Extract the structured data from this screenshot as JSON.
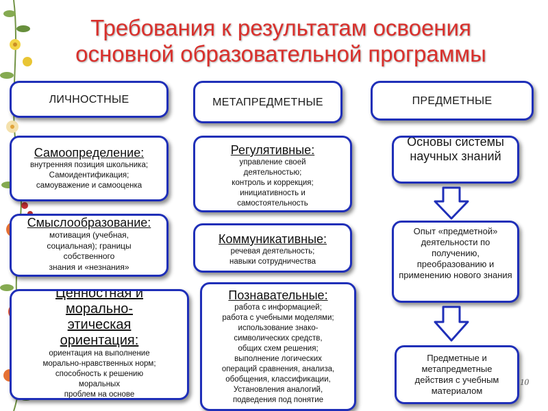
{
  "title": {
    "line1": "Требования к результатам освоения",
    "line2": "основной образовательной  программы"
  },
  "columns": {
    "personal": {
      "header": "ЛИЧНОСТНЫЕ",
      "blocks": [
        {
          "title": "Самоопределение:",
          "body": "внутренняя позиция школьника;\nСамоидентификация;\nсамоуважение и самооценка"
        },
        {
          "title": "Смыслообразование:",
          "body": "мотивация (учебная,\nсоциальная); границы\nсобственного\nзнания и «незнания»"
        },
        {
          "title": "Ценностная и морально-этическая ориентация:",
          "body": "ориентация на выполнение\nморально-нравственных норм;\nспособность к решению\nморальных\nпроблем на основе\nдецентрации;"
        }
      ]
    },
    "meta": {
      "header": "МЕТАПРЕДМЕТНЫЕ",
      "blocks": [
        {
          "title": "Регулятивные:",
          "body": "управление своей\nдеятельностью;\nконтроль и коррекция;\nинициативность и\nсамостоятельность"
        },
        {
          "title": "Коммуникативные:",
          "body": "речевая деятельность;\nнавыки сотрудничества"
        },
        {
          "title": "Познавательные:",
          "body": "работа с информацией;\nработа с учебными моделями;\nиспользование знако-\nсимволических средств,\nобщих схем решения;\nвыполнение логических\nопераций сравнения,  анализа,\nобобщения, классификации,\nУстановления аналогий,\nподведения под понятие"
        }
      ]
    },
    "subject": {
      "header": "ПРЕДМЕТНЫЕ",
      "blocks": [
        {
          "text": "Основы системы научных знаний"
        },
        {
          "text": "Опыт «предметной» деятельности по получению, преобразованию и применению нового знания"
        },
        {
          "text": "Предметные и метапредметные действия с учебным материалом"
        }
      ]
    }
  },
  "page_number": "10",
  "colors": {
    "title": "#d9302c",
    "border": "#1f2fb8"
  }
}
